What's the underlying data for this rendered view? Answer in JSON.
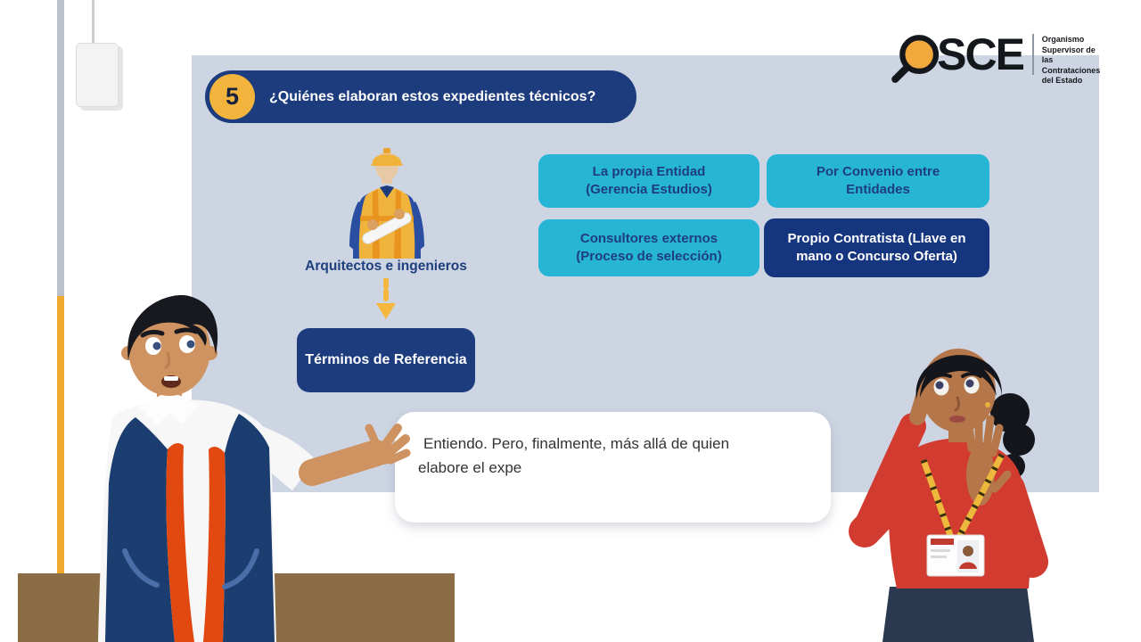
{
  "brand": {
    "acronym": "SCE",
    "org_name_lines": [
      "Organismo",
      "Supervisor de las",
      "Contrataciones",
      "del Estado"
    ]
  },
  "slide": {
    "step_number": "5",
    "title": "¿Quiénes elaboran estos expedientes técnicos?",
    "figure_caption": "Arquitectos e ingenieros",
    "options": [
      {
        "label": "La propia Entidad (Gerencia Estudios)",
        "style": "cyan"
      },
      {
        "label": "Por Convenio entre Entidades",
        "style": "cyan"
      },
      {
        "label": "Consultores externos (Proceso de selección)",
        "style": "cyan"
      },
      {
        "label": "Propio Contratista (Llave en mano o Concurso Oferta)",
        "style": "navy"
      }
    ],
    "outcome_label": "Términos de Referencia"
  },
  "dialogue": {
    "speech_text": "Entiendo. Pero, finalmente, más allá de quien elabore el expe"
  },
  "colors": {
    "panel": "#cdd5e3",
    "navy": "#1d3c7e",
    "cyan": "#27b5d6",
    "accent_yellow": "#f2b43d",
    "arrow_yellow": "#f5b73e",
    "desk_brown": "#8b6d45",
    "blouse_red": "#d23b30",
    "vest_navy": "#1c3d6f",
    "vest_trim_orange": "#e24910"
  }
}
